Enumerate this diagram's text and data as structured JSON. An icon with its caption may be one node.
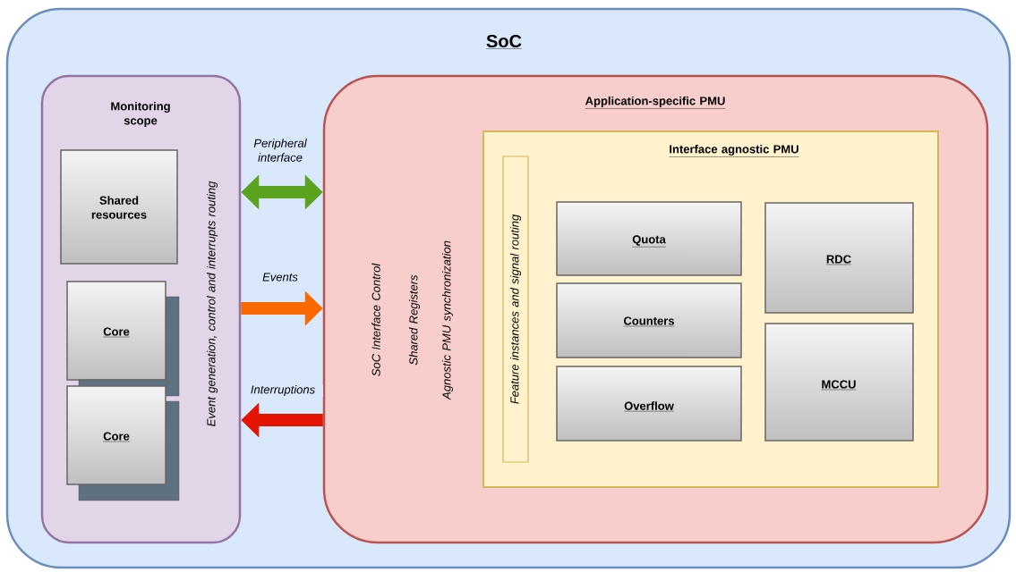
{
  "diagram": {
    "nodes": [
      {
        "text": [
          "SoC"
        ]
      },
      {
        "text": [
          "Monitoring scope",
          "Event generation, control and interrupts routing"
        ],
        "in": 0
      },
      {
        "text": [
          "Shared resources"
        ],
        "in": 1
      },
      {
        "text": [
          "Core"
        ],
        "in": 1
      },
      {
        "text": [
          "Core"
        ],
        "in": 1
      },
      {
        "text": [
          "Application-specific PMU",
          "SoC Interface Control",
          "Shared Registers",
          "Agnostic PMU synchronization"
        ],
        "in": 0
      },
      {
        "text": [
          "Interface agnostic PMU"
        ],
        "in": 5
      },
      {
        "text": [
          "Feature instances and signal routing"
        ],
        "in": 6
      },
      {
        "text": [
          "Quota"
        ],
        "in": 6
      },
      {
        "text": [
          "Counters"
        ],
        "in": 6
      },
      {
        "text": [
          "Overflow"
        ],
        "in": 6
      },
      {
        "text": [
          "RDC"
        ],
        "in": 6
      },
      {
        "text": [
          "MCCU"
        ],
        "in": 6
      }
    ],
    "edges": [
      {
        "from": 1,
        "to": 5,
        "arrow": "both",
        "label": "Peripheral interface",
        "color": "#5ba31e"
      },
      {
        "from": 1,
        "to": 5,
        "arrow": "to",
        "label": "Events",
        "color": "#fa6800"
      },
      {
        "from": 5,
        "to": 1,
        "arrow": "to",
        "label": "Interruptions",
        "color": "#e51400"
      }
    ]
  }
}
